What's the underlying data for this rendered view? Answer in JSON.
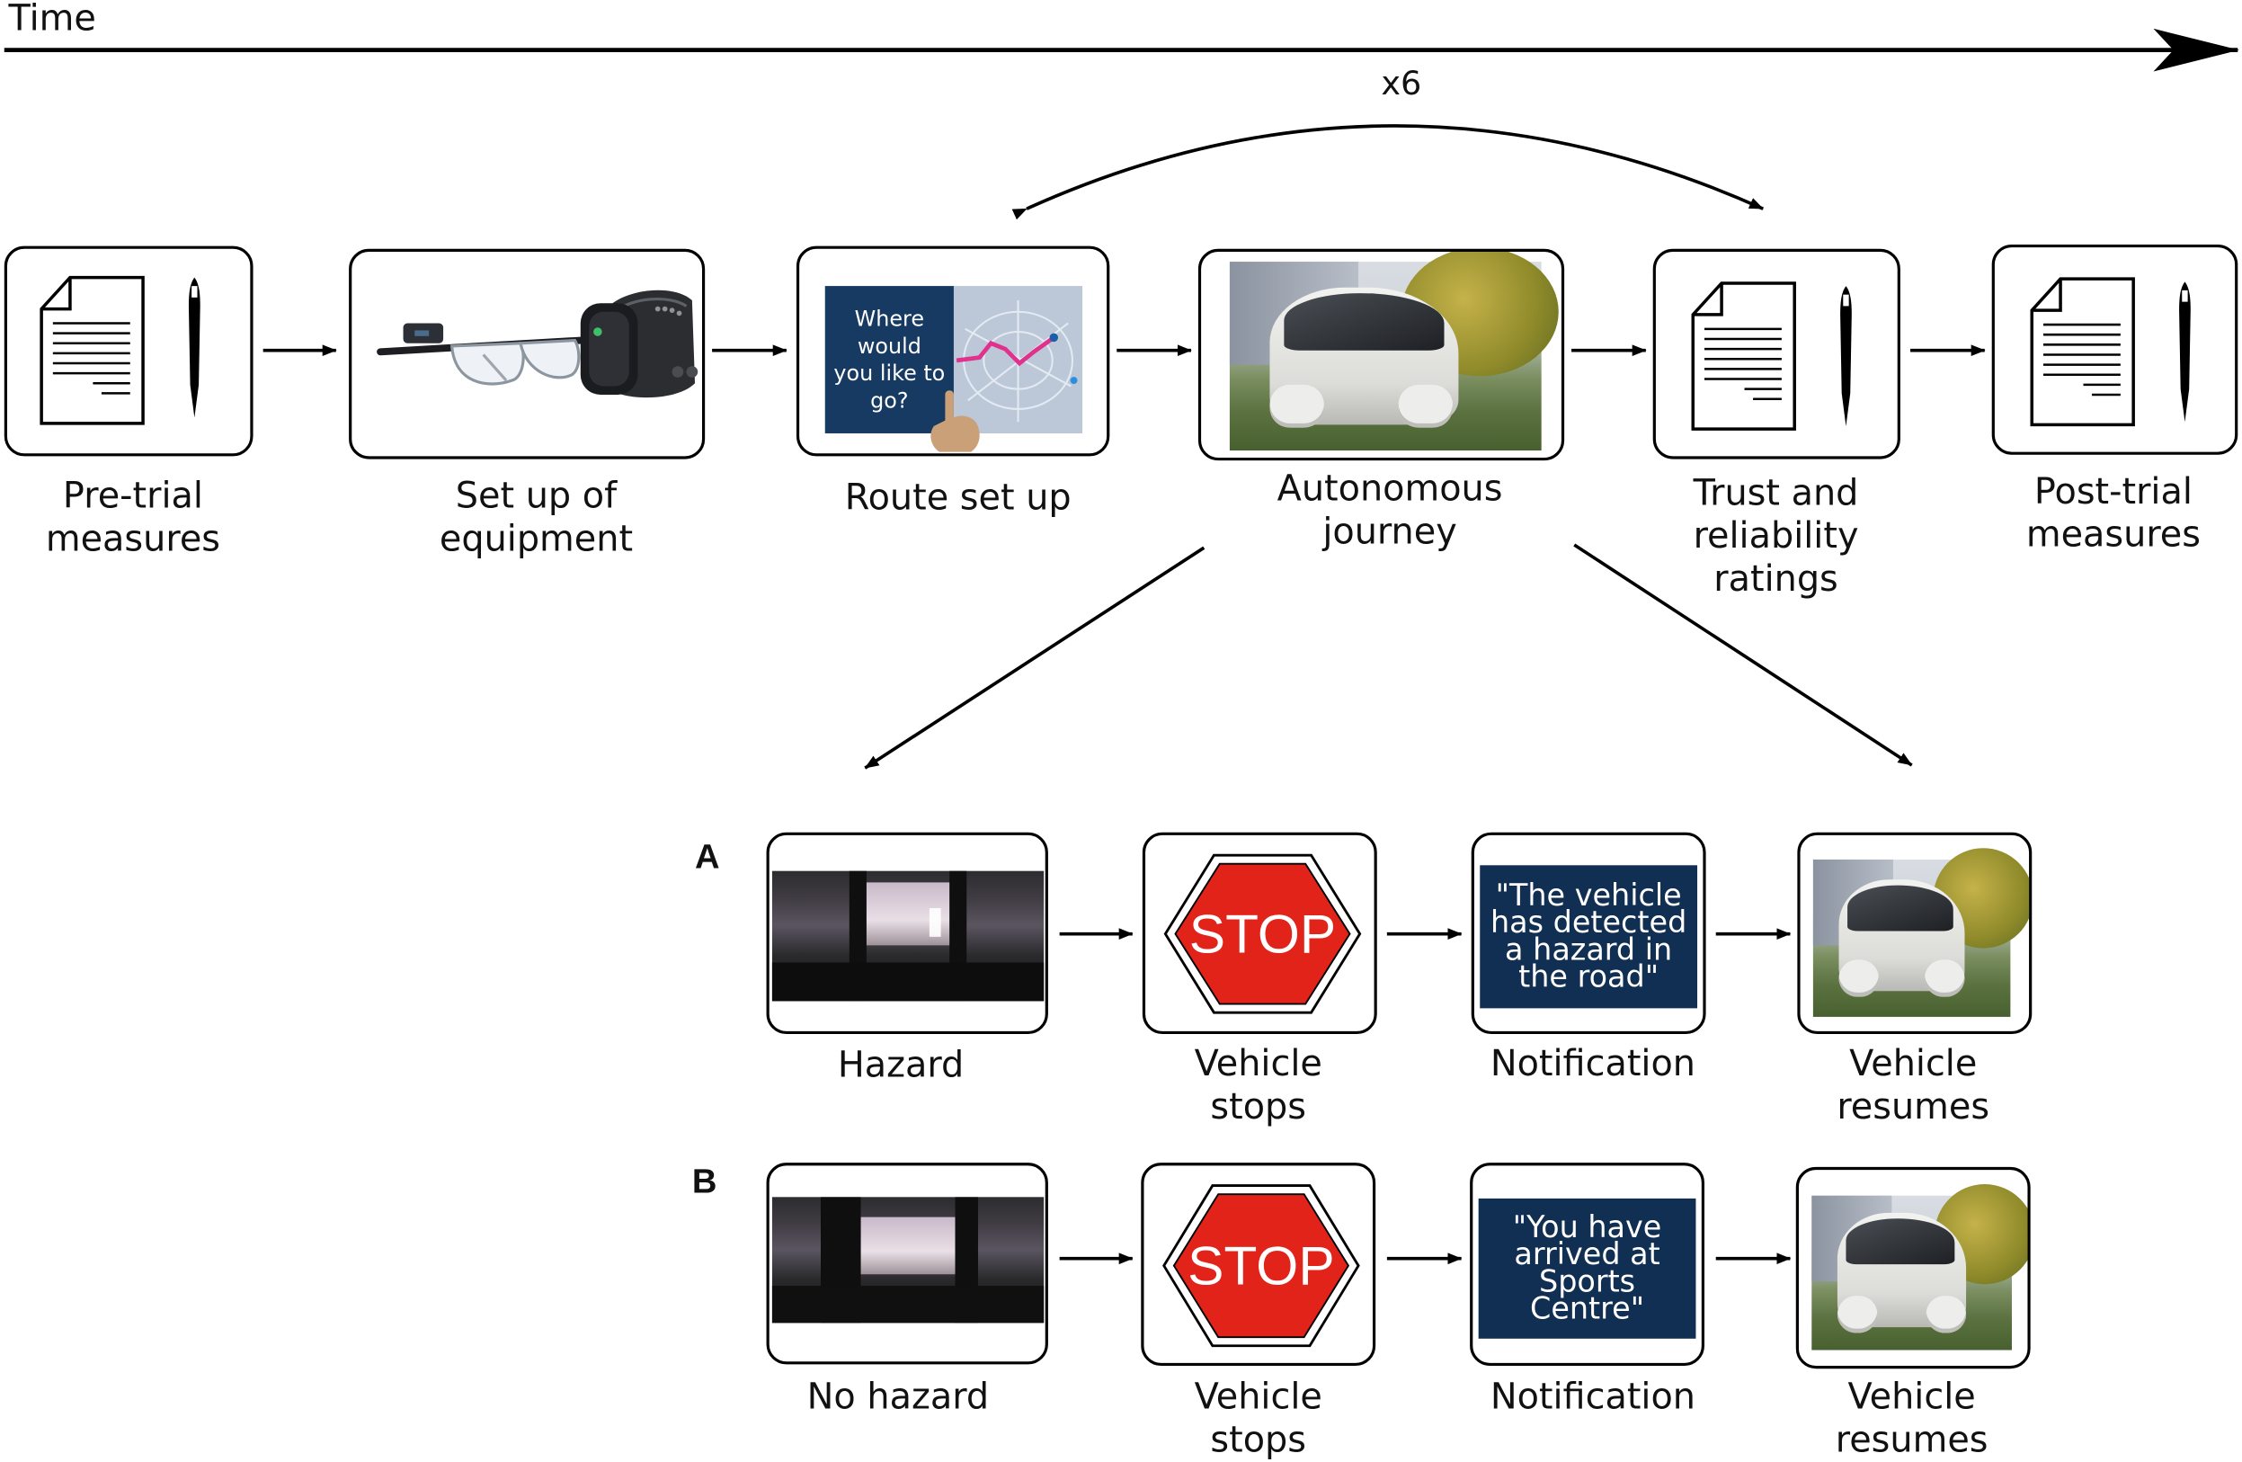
{
  "timeline": {
    "label": "Time"
  },
  "repeat_label": "x6",
  "stages": [
    {
      "label_lines": [
        "Pre-trial",
        "measures"
      ],
      "icon": "document-and-pen"
    },
    {
      "label_lines": [
        "Set up of",
        "equipment"
      ],
      "icon": "eye-tracking-glasses-and-wristband"
    },
    {
      "label_lines": [
        "Route set up"
      ],
      "icon": "touchscreen-route-selection",
      "screen_text_lines": [
        "Where",
        "would",
        "you like to",
        "go?"
      ]
    },
    {
      "label_lines": [
        "Autonomous",
        "journey"
      ],
      "icon": "autonomous-pod-photo"
    },
    {
      "label_lines": [
        "Trust and",
        "reliability",
        "ratings"
      ],
      "icon": "document-and-pen"
    },
    {
      "label_lines": [
        "Post-trial",
        "measures"
      ],
      "icon": "document-and-pen"
    }
  ],
  "panels": [
    {
      "letter": "A",
      "steps": [
        {
          "label_lines": [
            "Hazard"
          ],
          "icon": "in-vehicle-camera-view"
        },
        {
          "label_lines": [
            "Vehicle",
            "stops"
          ],
          "icon": "stop-sign",
          "sign_text": "STOP"
        },
        {
          "label_lines": [
            "Notification"
          ],
          "icon": "notification-screen",
          "screen_text_lines": [
            "\"The vehicle",
            "has detected",
            "a hazard in",
            "the road\""
          ]
        },
        {
          "label_lines": [
            "Vehicle",
            "resumes"
          ],
          "icon": "autonomous-pod-photo"
        }
      ]
    },
    {
      "letter": "B",
      "steps": [
        {
          "label_lines": [
            "No hazard"
          ],
          "icon": "in-vehicle-camera-view"
        },
        {
          "label_lines": [
            "Vehicle",
            "stops"
          ],
          "icon": "stop-sign",
          "sign_text": "STOP"
        },
        {
          "label_lines": [
            "Notification"
          ],
          "icon": "notification-screen",
          "screen_text_lines": [
            "\"You have",
            "arrived at",
            "Sports Centre\""
          ]
        },
        {
          "label_lines": [
            "Vehicle",
            "resumes"
          ],
          "icon": "autonomous-pod-photo"
        }
      ]
    }
  ],
  "colors": {
    "stroke": "#000000",
    "notification_bg": "#102f52",
    "stop_red": "#e2231a",
    "touch_pink": "#e0328c"
  }
}
